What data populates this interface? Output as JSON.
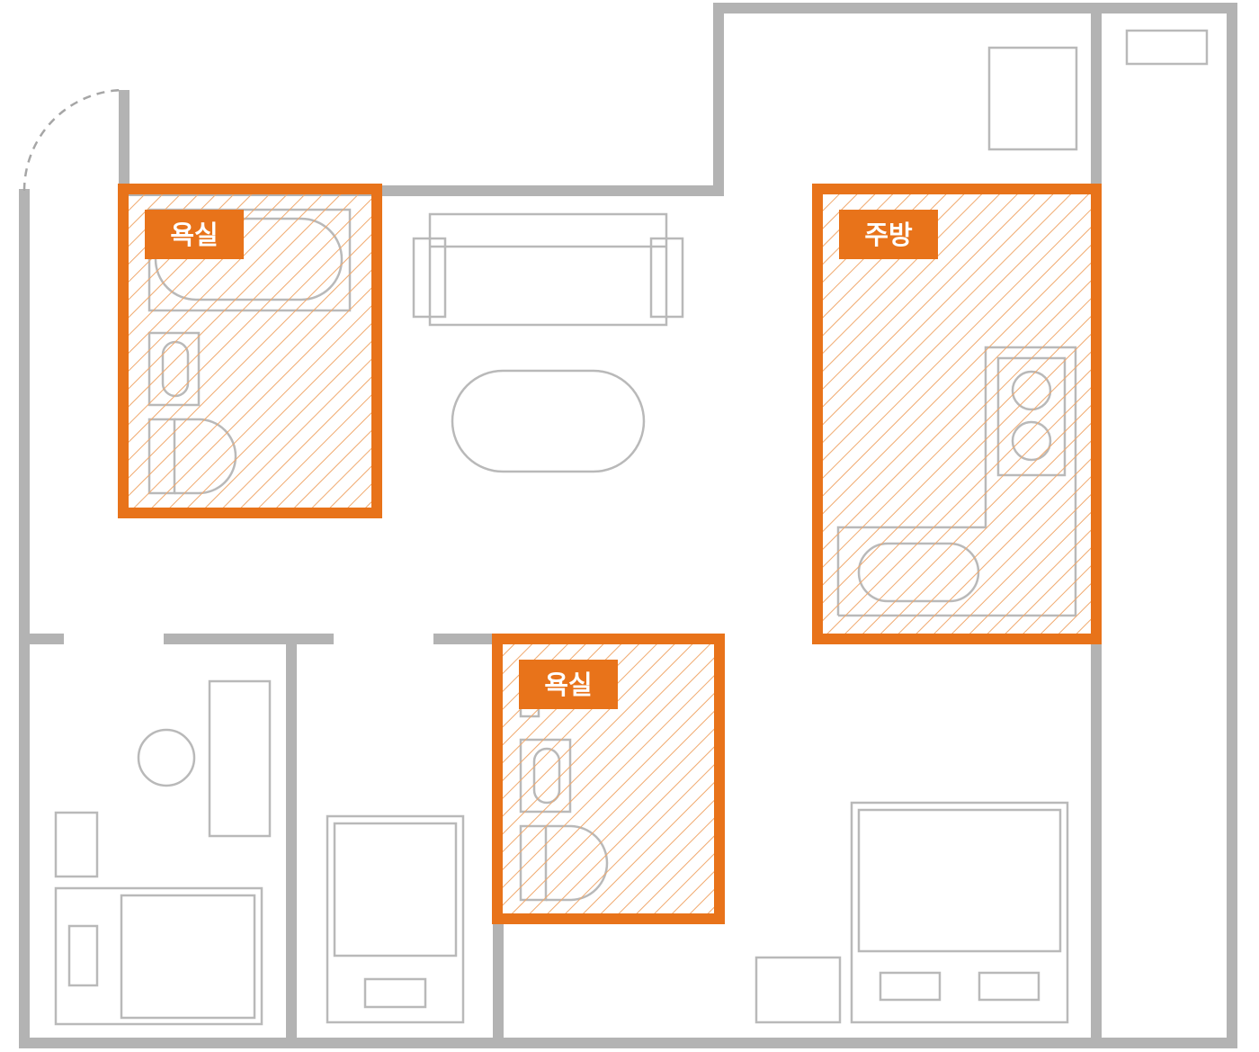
{
  "colors": {
    "wall": "#b3b3b3",
    "furniture": "#b9b9b9",
    "highlight": "#e8731a",
    "hatch": "#f0a96e",
    "label_text": "#ffffff",
    "background": "#ffffff"
  },
  "zones": {
    "bathroom_1": {
      "label": "욕실"
    },
    "kitchen": {
      "label": "주방"
    },
    "bathroom_2": {
      "label": "욕실"
    }
  }
}
